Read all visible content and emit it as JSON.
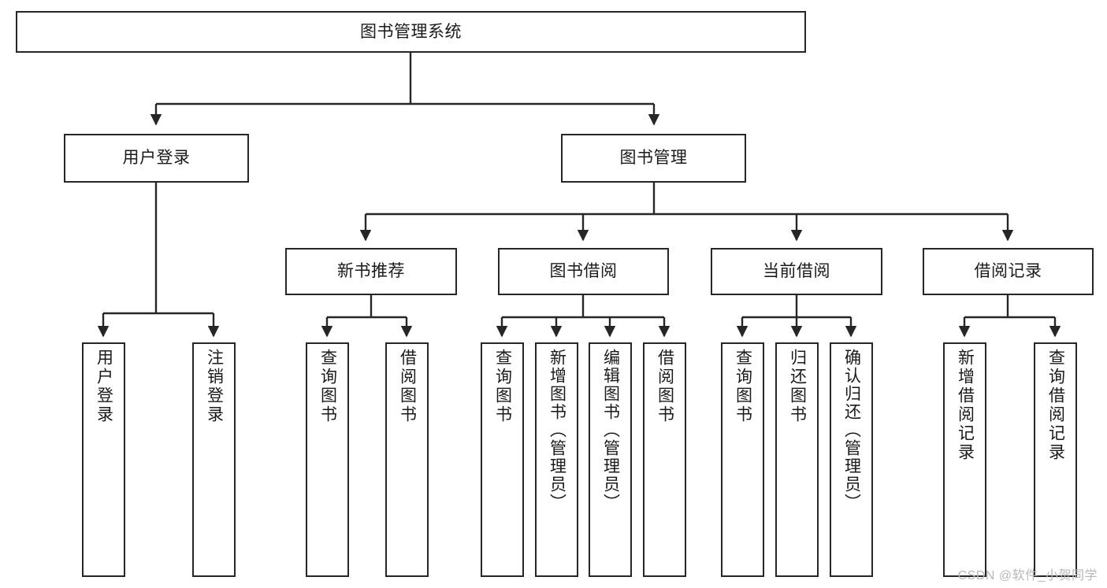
{
  "diagram": {
    "type": "tree-hierarchy-chart",
    "title": "图书管理系统",
    "stroke_color": "#262626",
    "background_color": "#ffffff",
    "text_color": "#1a1a1a",
    "root": {
      "label": "图书管理系统"
    },
    "level2": [
      {
        "label": "用户登录"
      },
      {
        "label": "图书管理"
      }
    ],
    "level3": [
      {
        "label": "新书推荐"
      },
      {
        "label": "图书借阅"
      },
      {
        "label": "当前借阅"
      },
      {
        "label": "借阅记录"
      }
    ],
    "leaves": {
      "user_login": [
        {
          "label": "用户登录"
        },
        {
          "label": "注销登录"
        }
      ],
      "new_book_recommend": [
        {
          "label": "查询图书"
        },
        {
          "label": "借阅图书"
        }
      ],
      "book_borrow": [
        {
          "label": "查询图书"
        },
        {
          "label": "新增图书（管理员）"
        },
        {
          "label": "编辑图书（管理员）"
        },
        {
          "label": "借阅图书"
        }
      ],
      "current_borrow": [
        {
          "label": "查询图书"
        },
        {
          "label": "归还图书"
        },
        {
          "label": "确认归还（管理员）"
        }
      ],
      "borrow_records": [
        {
          "label": "新增借阅记录"
        },
        {
          "label": "查询借阅记录"
        }
      ]
    }
  },
  "watermark": {
    "text": "CSDN @软件_小贺同学"
  }
}
